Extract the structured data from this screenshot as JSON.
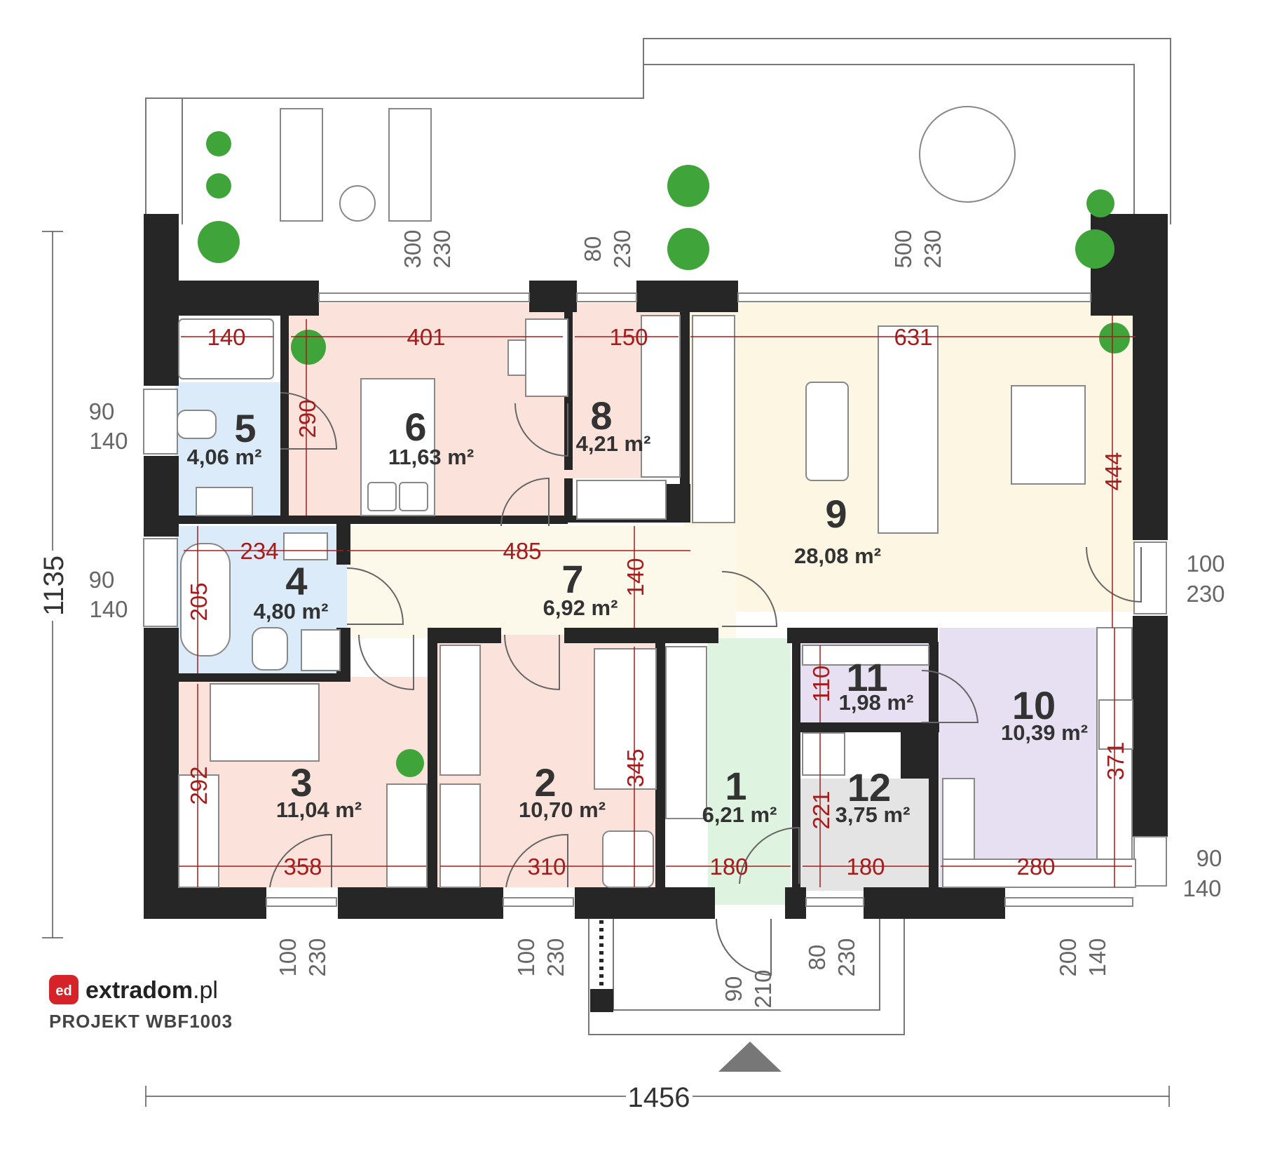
{
  "colors": {
    "wall": "#262626",
    "bedroom": "#fbe3dc",
    "bathroom": "#dcebf9",
    "hall": "#fcf8ea",
    "living": "#fcf6e2",
    "kitchen": "#e7e0f2",
    "entrance": "#dff3e1",
    "technical": "#e4e4e4",
    "dimension": "#a61c1c",
    "plant": "#3fa53a"
  },
  "rooms": [
    {
      "number": "1",
      "area": "6,21 m²"
    },
    {
      "number": "2",
      "area": "10,70 m²"
    },
    {
      "number": "3",
      "area": "11,04 m²"
    },
    {
      "number": "4",
      "area": "4,80 m²"
    },
    {
      "number": "5",
      "area": "4,06 m²"
    },
    {
      "number": "6",
      "area": "11,63 m²"
    },
    {
      "number": "7",
      "area": "6,92 m²"
    },
    {
      "number": "8",
      "area": "4,21 m²"
    },
    {
      "number": "9",
      "area": "28,08 m²"
    },
    {
      "number": "10",
      "area": "10,39 m²"
    },
    {
      "number": "11",
      "area": "1,98 m²"
    },
    {
      "number": "12",
      "area": "3,75 m²"
    }
  ],
  "dimensions": [
    "140",
    "401",
    "150",
    "631",
    "290",
    "234",
    "485",
    "140",
    "205",
    "444",
    "110",
    "345",
    "292",
    "221",
    "371",
    "358",
    "310",
    "180",
    "180",
    "280"
  ],
  "openings": [
    {
      "a": "300",
      "b": "230"
    },
    {
      "a": "80",
      "b": "230"
    },
    {
      "a": "500",
      "b": "230"
    },
    {
      "a": "90",
      "b": "140"
    },
    {
      "a": "90",
      "b": "140"
    },
    {
      "a": "100",
      "b": "230"
    },
    {
      "a": "90",
      "b": "140"
    },
    {
      "a": "100",
      "b": "230"
    },
    {
      "a": "100",
      "b": "230"
    },
    {
      "a": "90",
      "b": "210"
    },
    {
      "a": "80",
      "b": "230"
    },
    {
      "a": "200",
      "b": "140"
    }
  ],
  "overall": {
    "width": "1456",
    "height": "1135"
  },
  "logo": {
    "icon_text": "ed",
    "name": "extradom",
    "domain": ".pl"
  },
  "project": "PROJEKT WBF1003"
}
